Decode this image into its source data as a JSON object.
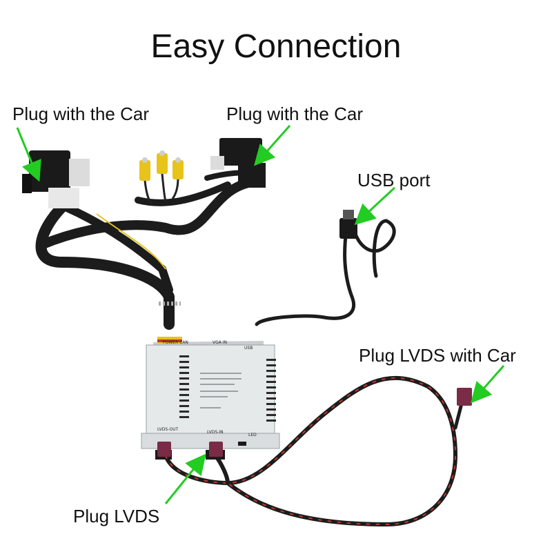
{
  "title": "Easy Connection",
  "labels": {
    "plug_car_left": "Plug with the Car",
    "plug_car_right": "Plug with the Car",
    "usb_port": "USB port",
    "plug_lvds_car": "Plug LVDS with Car",
    "plug_lvds": "Plug LVDS"
  },
  "module": {
    "port_power_can": "POWER CAN",
    "port_vga_in": "VGA IN",
    "port_usb": "USB",
    "port_lvds_out": "LVDS-OUT",
    "port_lvds_in": "LVDS-IN",
    "port_led": "LED"
  },
  "colors": {
    "arrow": "#22cc22",
    "cable": "#1c1c1c",
    "braid": "#c0392b",
    "module_body": "#e6e9ea",
    "rca_yellow": "#e8c31a"
  },
  "icons": [
    "arrow-icon"
  ]
}
